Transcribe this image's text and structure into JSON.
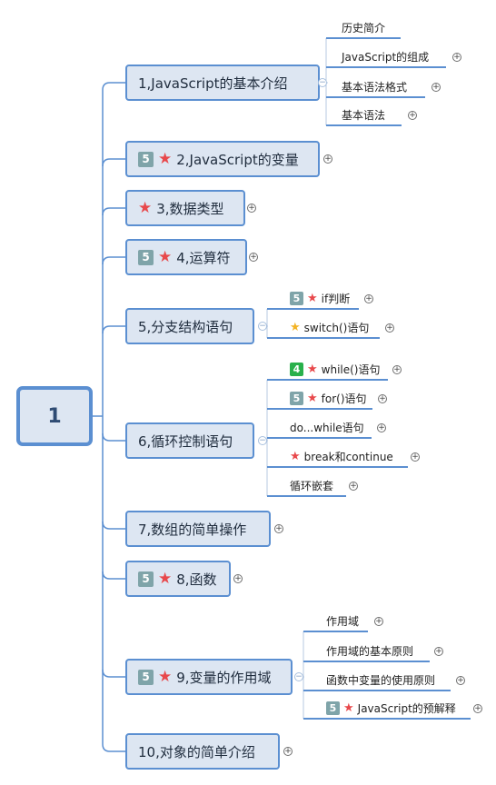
{
  "root": {
    "label": "1"
  },
  "topics": [
    {
      "label": "1,JavaScript的基本介绍",
      "badge": "",
      "star": "",
      "children": [
        {
          "label": "历史简介"
        },
        {
          "label": "JavaScript的组成"
        },
        {
          "label": "基本语法格式"
        },
        {
          "label": "基本语法"
        }
      ]
    },
    {
      "label": "2,JavaScript的变量",
      "badge": "5",
      "star": "red",
      "children": []
    },
    {
      "label": "3,数据类型",
      "badge": "",
      "star": "red",
      "children": []
    },
    {
      "label": "4,运算符",
      "badge": "5",
      "star": "red",
      "children": []
    },
    {
      "label": "5,分支结构语句",
      "badge": "",
      "star": "",
      "children": [
        {
          "label": "if判断",
          "badge": "5",
          "star": "red"
        },
        {
          "label": "switch()语句",
          "star": "gold"
        }
      ]
    },
    {
      "label": "6,循环控制语句",
      "badge": "",
      "star": "",
      "children": [
        {
          "label": "while()语句",
          "badge": "4",
          "badge_color": "green",
          "star": "red"
        },
        {
          "label": "for()语句",
          "badge": "5",
          "star": "red"
        },
        {
          "label": "do...while语句"
        },
        {
          "label": "break和continue",
          "star": "red"
        },
        {
          "label": "循环嵌套"
        }
      ]
    },
    {
      "label": "7,数组的简单操作",
      "badge": "",
      "star": "",
      "children": []
    },
    {
      "label": "8,函数",
      "badge": "5",
      "star": "red",
      "children": []
    },
    {
      "label": "9,变量的作用域",
      "badge": "5",
      "star": "red",
      "children": [
        {
          "label": "作用域"
        },
        {
          "label": "作用域的基本原则"
        },
        {
          "label": "函数中变量的使用原则"
        },
        {
          "label": "JavaScript的预解释",
          "badge": "5",
          "star": "red"
        }
      ]
    },
    {
      "label": "10,对象的简单介绍",
      "badge": "",
      "star": "",
      "children": []
    }
  ],
  "icons": {
    "expand": "plus-circle-icon",
    "collapse": "minus-circle-icon",
    "priority": "star-icon"
  },
  "colors": {
    "branch": "#5b8fd1",
    "node_fill": "#dde6f2",
    "star_red": "#e8484b",
    "star_gold": "#f3b324",
    "badge": "#7fa4a9",
    "badge_green": "#29b04b"
  }
}
